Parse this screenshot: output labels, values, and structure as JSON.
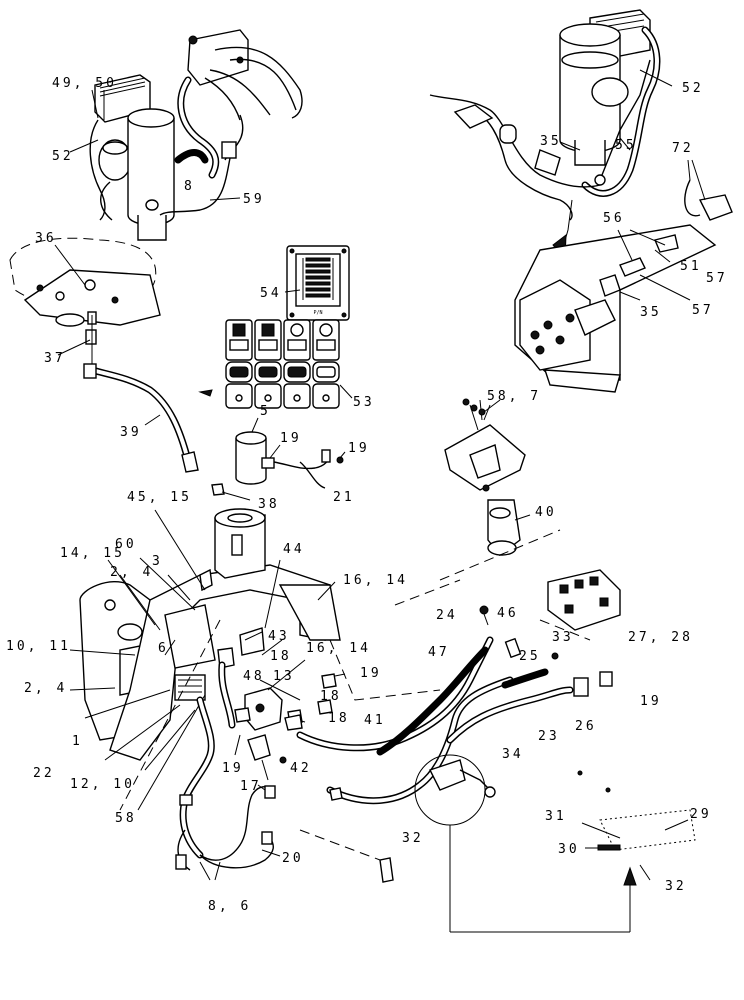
{
  "callouts": [
    {
      "id": "c1",
      "text": "49, 50"
    },
    {
      "id": "c2",
      "text": "52"
    },
    {
      "id": "c3",
      "text": "8"
    },
    {
      "id": "c4",
      "text": "59"
    },
    {
      "id": "c5",
      "text": "52"
    },
    {
      "id": "c6",
      "text": "35"
    },
    {
      "id": "c7",
      "text": "55"
    },
    {
      "id": "c8",
      "text": "72"
    },
    {
      "id": "c9",
      "text": "56"
    },
    {
      "id": "c10",
      "text": "51"
    },
    {
      "id": "c11",
      "text": "57"
    },
    {
      "id": "c12",
      "text": "35"
    },
    {
      "id": "c13",
      "text": "57"
    },
    {
      "id": "c14",
      "text": "36"
    },
    {
      "id": "c15",
      "text": "37"
    },
    {
      "id": "c16",
      "text": "54"
    },
    {
      "id": "c17",
      "text": "53"
    },
    {
      "id": "c18",
      "text": "39"
    },
    {
      "id": "c19",
      "text": "5"
    },
    {
      "id": "c20",
      "text": "19"
    },
    {
      "id": "c21",
      "text": "19"
    },
    {
      "id": "c22",
      "text": "21"
    },
    {
      "id": "c23",
      "text": "38"
    },
    {
      "id": "c24",
      "text": "58, 7"
    },
    {
      "id": "c25",
      "text": "40"
    },
    {
      "id": "c26",
      "text": "45, 15"
    },
    {
      "id": "c27",
      "text": "14, 15"
    },
    {
      "id": "c28",
      "text": "60"
    },
    {
      "id": "c29",
      "text": "2, 4"
    },
    {
      "id": "c30",
      "text": "3"
    },
    {
      "id": "c31",
      "text": "44"
    },
    {
      "id": "c32",
      "text": "16, 14"
    },
    {
      "id": "c33",
      "text": "10, 11"
    },
    {
      "id": "c34",
      "text": "6"
    },
    {
      "id": "c35",
      "text": "43"
    },
    {
      "id": "c36",
      "text": "18"
    },
    {
      "id": "c37",
      "text": "2, 4"
    },
    {
      "id": "c38",
      "text": "16, 14"
    },
    {
      "id": "c39",
      "text": "48"
    },
    {
      "id": "c40",
      "text": "13"
    },
    {
      "id": "c41",
      "text": "19"
    },
    {
      "id": "c42",
      "text": "18"
    },
    {
      "id": "c43",
      "text": "18"
    },
    {
      "id": "c44",
      "text": "1"
    },
    {
      "id": "c45",
      "text": "22"
    },
    {
      "id": "c46",
      "text": "12, 10"
    },
    {
      "id": "c47",
      "text": "19"
    },
    {
      "id": "c48",
      "text": "17"
    },
    {
      "id": "c49",
      "text": "42"
    },
    {
      "id": "c50",
      "text": "58"
    },
    {
      "id": "c51",
      "text": "41"
    },
    {
      "id": "c52",
      "text": "47"
    },
    {
      "id": "c53",
      "text": "24"
    },
    {
      "id": "c54",
      "text": "46"
    },
    {
      "id": "c55",
      "text": "33"
    },
    {
      "id": "c56",
      "text": "27, 28"
    },
    {
      "id": "c57",
      "text": "25"
    },
    {
      "id": "c58",
      "text": "19"
    },
    {
      "id": "c59",
      "text": "26"
    },
    {
      "id": "c60",
      "text": "23"
    },
    {
      "id": "c61",
      "text": "34"
    },
    {
      "id": "c62",
      "text": "32"
    },
    {
      "id": "c63",
      "text": "20"
    },
    {
      "id": "c64",
      "text": "8, 6"
    },
    {
      "id": "c65",
      "text": "31"
    },
    {
      "id": "c66",
      "text": "29"
    },
    {
      "id": "c67",
      "text": "30"
    },
    {
      "id": "c68",
      "text": "32"
    }
  ],
  "fuse_panel_tag": "P/N",
  "colors": {
    "ink": "#000000",
    "paper": "#ffffff"
  }
}
